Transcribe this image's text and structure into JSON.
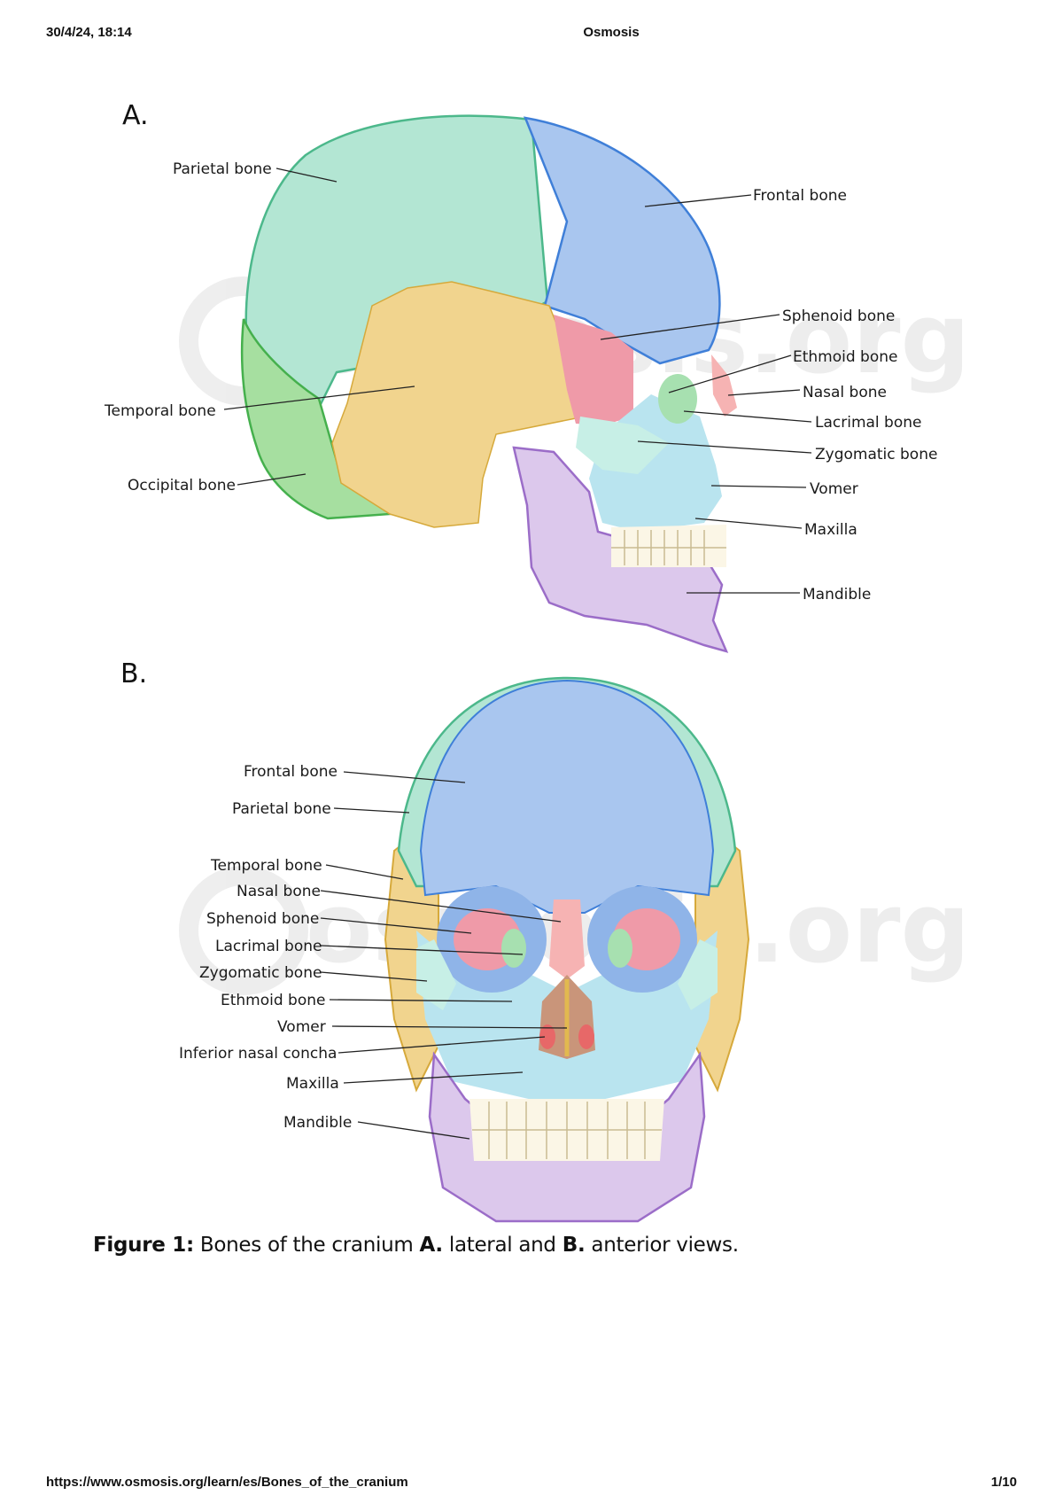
{
  "header": {
    "datetime": "30/4/24, 18:14",
    "site_title": "Osmosis"
  },
  "footer": {
    "url": "https://www.osmosis.org/learn/es/Bones_of_the_cranium",
    "page": "1/10"
  },
  "watermark": "osmosis.org",
  "panel_a": {
    "label": "A.",
    "labels": {
      "parietal": "Parietal bone",
      "frontal": "Frontal bone",
      "sphenoid": "Sphenoid bone",
      "ethmoid": "Ethmoid bone",
      "nasal": "Nasal bone",
      "lacrimal": "Lacrimal bone",
      "zygomatic": "Zygomatic bone",
      "vomer": "Vomer",
      "maxilla": "Maxilla",
      "mandible": "Mandible",
      "temporal": "Temporal bone",
      "occipital": "Occipital bone"
    }
  },
  "panel_b": {
    "label": "B.",
    "labels": {
      "frontal": "Frontal bone",
      "parietal": "Parietal bone",
      "temporal": "Temporal bone",
      "nasal": "Nasal bone",
      "sphenoid": "Sphenoid bone",
      "lacrimal": "Lacrimal bone",
      "zygomatic": "Zygomatic bone",
      "ethmoid": "Ethmoid bone",
      "vomer": "Vomer",
      "inferior_concha": "Inferior nasal concha",
      "maxilla": "Maxilla",
      "mandible": "Mandible"
    }
  },
  "caption": {
    "prefix": "Figure 1:",
    "text_1": " Bones of the cranium ",
    "a": "A.",
    "text_2": " lateral and ",
    "b": "B.",
    "text_3": " anterior views."
  },
  "colors": {
    "frontal": "#a9c6ef",
    "frontal_edge": "#3f7fd8",
    "parietal": "#b3e6d3",
    "parietal_edge": "#4cb88b",
    "occipital": "#a6dfa0",
    "occipital_edge": "#45b04d",
    "temporal": "#f1d48e",
    "temporal_edge": "#d6a93b",
    "sphenoid": "#ef9aa8",
    "ethmoid": "#a7e0b0",
    "nasal": "#f6b3b3",
    "maxilla": "#b9e4ef",
    "zygomatic": "#c7efe6",
    "mandible": "#dcc8ec",
    "mandible_edge": "#9b6dc8",
    "teeth": "#fbf6e6"
  }
}
